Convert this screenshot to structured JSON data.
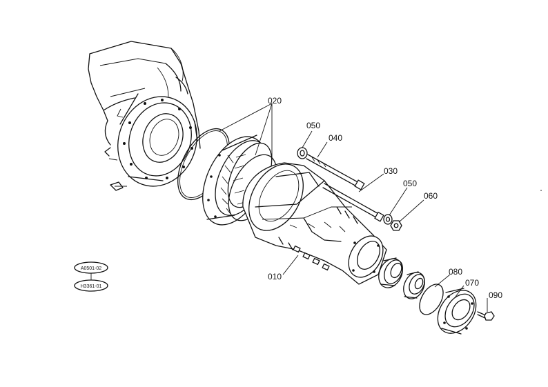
{
  "diagram": {
    "callouts": {
      "p010": "010",
      "p020": "020",
      "p030": "030",
      "p040": "040",
      "p050a": "050",
      "p050b": "050",
      "p060": "060",
      "p070": "070",
      "p080": "080",
      "p090": "090"
    },
    "references": {
      "ref1": "A0501-02",
      "ref2": "H3361-01"
    }
  }
}
